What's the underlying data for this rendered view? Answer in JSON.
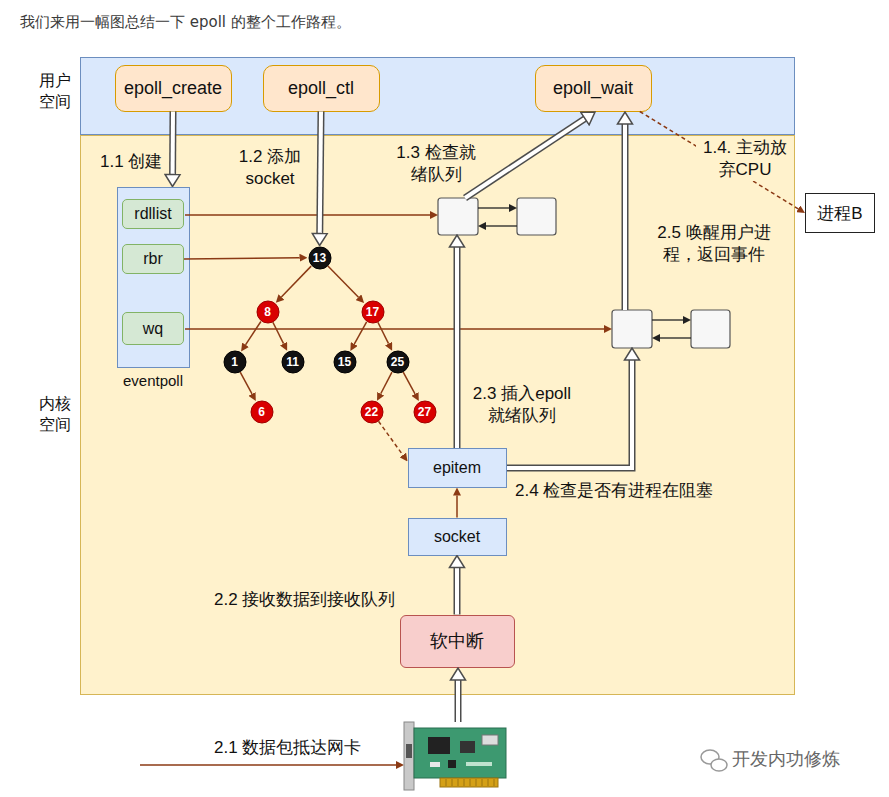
{
  "diagram": {
    "title": "我们来用一幅图总结一下 epoll 的整个工作路程。",
    "nodes": [
      {
        "text": [
          "用户 空间"
        ]
      },
      {
        "text": [
          "epoll_create"
        ],
        "in": 0
      },
      {
        "text": [
          "epoll_ctl"
        ],
        "in": 0
      },
      {
        "text": [
          "epoll_wait"
        ],
        "in": 0
      },
      {
        "text": [
          "内核 空间"
        ]
      },
      {
        "text": [
          "eventpoll"
        ],
        "in": 4
      },
      {
        "text": [
          "rdllist"
        ],
        "in": 5
      },
      {
        "text": [
          "rbr"
        ],
        "in": 5
      },
      {
        "text": [
          "wq"
        ],
        "in": 5
      },
      {
        "text": [
          "13"
        ],
        "in": 4
      },
      {
        "text": [
          "8"
        ],
        "in": 4
      },
      {
        "text": [
          "17"
        ],
        "in": 4
      },
      {
        "text": [
          "1"
        ],
        "in": 4
      },
      {
        "text": [
          "11"
        ],
        "in": 4
      },
      {
        "text": [
          "15"
        ],
        "in": 4
      },
      {
        "text": [
          "25"
        ],
        "in": 4
      },
      {
        "text": [
          "6"
        ],
        "in": 4
      },
      {
        "text": [
          "22"
        ],
        "in": 4
      },
      {
        "text": [
          "27"
        ],
        "in": 4
      },
      {
        "text": [
          "epitem"
        ],
        "in": 4
      },
      {
        "text": [
          "socket"
        ],
        "in": 4
      },
      {
        "text": [
          "软中断"
        ],
        "in": 4
      },
      {
        "text": [
          "进程B"
        ]
      }
    ],
    "edges": [
      {
        "from": 1,
        "to": 5,
        "arrow": "to",
        "label": "1.1 创建"
      },
      {
        "from": 2,
        "to": 9,
        "arrow": "to",
        "label": "1.2 添加 socket"
      },
      {
        "from": 7,
        "to": 9,
        "arrow": "to"
      },
      {
        "from": 9,
        "to": 10,
        "arrow": "to"
      },
      {
        "from": 9,
        "to": 11,
        "arrow": "to"
      },
      {
        "from": 10,
        "to": 12,
        "arrow": "to"
      },
      {
        "from": 10,
        "to": 13,
        "arrow": "to"
      },
      {
        "from": 11,
        "to": 14,
        "arrow": "to"
      },
      {
        "from": 11,
        "to": 15,
        "arrow": "to"
      },
      {
        "from": 12,
        "to": 16,
        "arrow": "to"
      },
      {
        "from": 15,
        "to": 17,
        "arrow": "to"
      },
      {
        "from": 15,
        "to": 18,
        "arrow": "to"
      },
      {
        "from": 17,
        "to": 19,
        "arrow": "to"
      },
      {
        "from": 20,
        "to": 19,
        "arrow": "to"
      },
      {
        "from": 21,
        "to": 20,
        "arrow": "to",
        "label": "2.2 接收数据到接收队列"
      },
      {
        "from": 3,
        "to": 22,
        "arrow": "to",
        "label": "1.4. 主动放 弃CPU"
      }
    ],
    "labels": [
      "1.3 检查就 绪队列",
      "2.5 唤醒用户进 程，返回事件",
      "2.3 插入epoll 就绪队列",
      "2.4 检查是否有进程在阻塞",
      "2.1 数据包抵达网卡",
      "开发内功修炼"
    ]
  }
}
